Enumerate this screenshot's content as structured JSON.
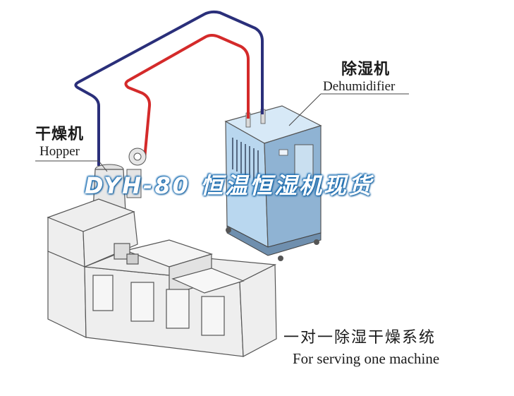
{
  "labels": {
    "dehumidifier_zh": "除湿机",
    "dehumidifier_en": "Dehumidifier",
    "hopper_zh": "干燥机",
    "hopper_en": "Hopper",
    "caption_zh": "一对一除湿干燥系统",
    "caption_en": "For serving one machine"
  },
  "overlay_title": "DYH-80 恒温恒湿机现货",
  "colors": {
    "pipe_supply": "#d42a2a",
    "pipe_return": "#2a2f7a",
    "dehumidifier_body": "#b9d7ef",
    "dehumidifier_side": "#8fb3d3",
    "machine_body": "#eeeeee",
    "machine_line": "#555555",
    "overlay_glow": "#1b6fb4"
  }
}
